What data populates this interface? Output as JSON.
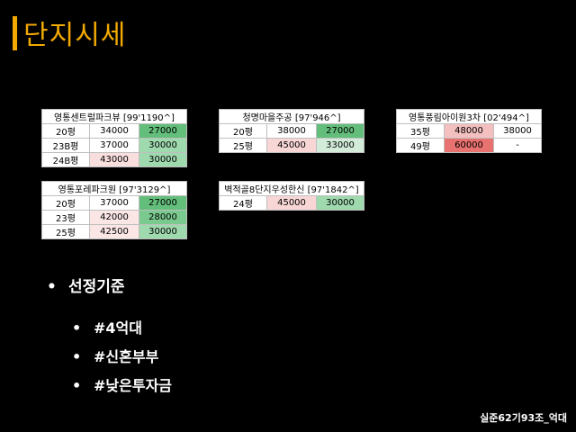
{
  "title": "단지시세",
  "tables": [
    {
      "header": "영통센트럴파크뷰 [99'1190^]",
      "rows": [
        {
          "type": "20평",
          "a": "34000",
          "b": "27000",
          "a_color": "#ffffff",
          "b_color": "#63be7b"
        },
        {
          "type": "23B평",
          "a": "37000",
          "b": "30000",
          "a_color": "#ffffff",
          "b_color": "#9fd9ae"
        },
        {
          "type": "24B평",
          "a": "43000",
          "b": "30000",
          "a_color": "#f9dede",
          "b_color": "#9fd9ae"
        }
      ]
    },
    {
      "header": "청명마을주공 [97'946^]",
      "rows": [
        {
          "type": "20평",
          "a": "38000",
          "b": "27000",
          "a_color": "#ffffff",
          "b_color": "#63be7b"
        },
        {
          "type": "25평",
          "a": "45000",
          "b": "33000",
          "a_color": "#f8d6d6",
          "b_color": "#d3ecd9"
        }
      ]
    },
    {
      "header": "영통풍림아이원3차 [02'494^]",
      "rows": [
        {
          "type": "35평",
          "a": "48000",
          "b": "38000",
          "a_color": "#f3bfbf",
          "b_color": "#ffffff"
        },
        {
          "type": "49평",
          "a": "60000",
          "b": "-",
          "a_color": "#e8726f",
          "b_color": "#ffffff"
        }
      ]
    },
    {
      "header": "영통포레파크원 [97'3129^]",
      "rows": [
        {
          "type": "20평",
          "a": "37000",
          "b": "27000",
          "a_color": "#ffffff",
          "b_color": "#63be7b"
        },
        {
          "type": "23평",
          "a": "42000",
          "b": "28000",
          "a_color": "#fbe6e6",
          "b_color": "#7ac98e"
        },
        {
          "type": "25평",
          "a": "42500",
          "b": "30000",
          "a_color": "#fbe6e6",
          "b_color": "#9fd9ae"
        }
      ]
    },
    {
      "header": "벽적골8단지우성한신 [97'1842^]",
      "rows": [
        {
          "type": "24평",
          "a": "45000",
          "b": "30000",
          "a_color": "#f8d6d6",
          "b_color": "#9fd9ae"
        }
      ]
    }
  ],
  "bullets": {
    "main": "선정기준",
    "sub": [
      "#4억대",
      "#신혼부부",
      "#낮은투자금"
    ]
  },
  "footer": "실준62기93조_억대",
  "colors": {
    "accent": "#f2a900"
  }
}
